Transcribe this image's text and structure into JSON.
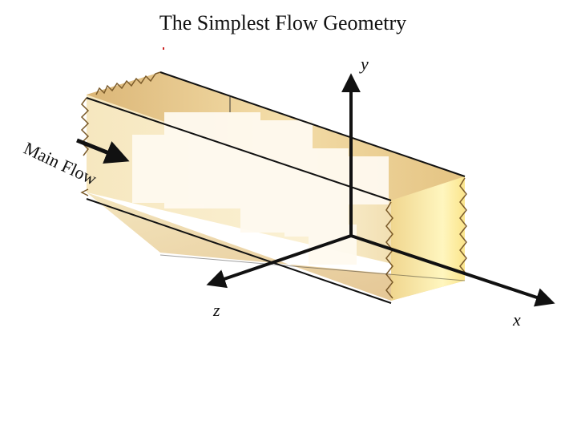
{
  "title": "The Simplest Flow Geometry",
  "flow_label": "Main Flow",
  "axes": {
    "x": "x",
    "y": "y",
    "z": "z"
  },
  "colors": {
    "duct_light": "#fff6c2",
    "duct_mid": "#eed08a",
    "duct_dark": "#c79a55",
    "edge": "#111111",
    "marker": "#cc2222"
  }
}
